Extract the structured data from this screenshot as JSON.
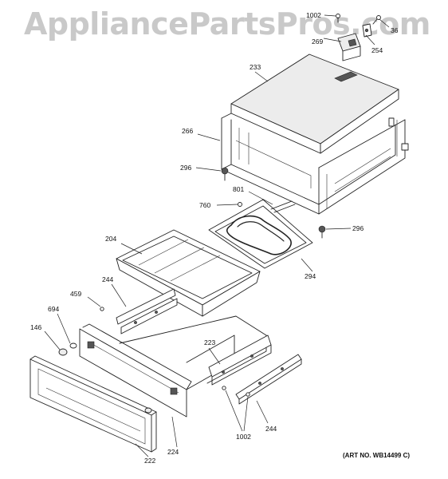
{
  "watermark": "AppliancePartsPros.com",
  "art_number": "(ART NO. WB14499 C)",
  "callouts": [
    {
      "id": "c1002a",
      "label": "1002"
    },
    {
      "id": "c36",
      "label": "36"
    },
    {
      "id": "c269",
      "label": "269"
    },
    {
      "id": "c254",
      "label": "254"
    },
    {
      "id": "c233",
      "label": "233"
    },
    {
      "id": "c266",
      "label": "266"
    },
    {
      "id": "c296a",
      "label": "296"
    },
    {
      "id": "c801",
      "label": "801"
    },
    {
      "id": "c760",
      "label": "760"
    },
    {
      "id": "c296b",
      "label": "296"
    },
    {
      "id": "c204",
      "label": "204"
    },
    {
      "id": "c294",
      "label": "294"
    },
    {
      "id": "c244a",
      "label": "244"
    },
    {
      "id": "c459",
      "label": "459"
    },
    {
      "id": "c694",
      "label": "694"
    },
    {
      "id": "c146",
      "label": "146"
    },
    {
      "id": "c223",
      "label": "223"
    },
    {
      "id": "c1002b",
      "label": "1002"
    },
    {
      "id": "c244b",
      "label": "244"
    },
    {
      "id": "c224",
      "label": "224"
    },
    {
      "id": "c222",
      "label": "222"
    }
  ]
}
